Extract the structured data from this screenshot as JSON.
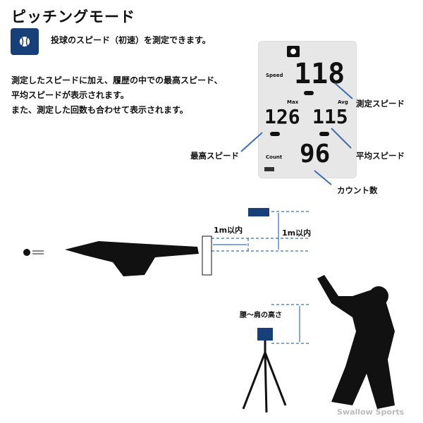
{
  "title": "ピッチングモード",
  "mode_icon": "baseball-icon",
  "lead": "投球のスピード（初速）を測定できます。",
  "description": [
    "測定したスピードに加え、履歴の中での最高スピード、",
    "平均スピードが表示されます。",
    "また、測定した回数も合わせて表示されます。"
  ],
  "display": {
    "speed_label": "Speed",
    "speed": "118",
    "max_label": "Max",
    "max": "126",
    "avg_label": "Avg",
    "avg": "115",
    "count_label": "Count",
    "count": "96"
  },
  "callouts": {
    "measured": "測定スピード",
    "max": "最高スピード",
    "avg": "平均スピード",
    "count": "カウント数"
  },
  "diagram": {
    "distance_h": "1m以内",
    "distance_v": "1m以内",
    "height": "腰～肩の高さ"
  },
  "watermark": "Swallow Sports",
  "colors": {
    "icon_bg": "#17407a",
    "arrow": "#3a6fb5",
    "guide": "#3a6fb5"
  }
}
